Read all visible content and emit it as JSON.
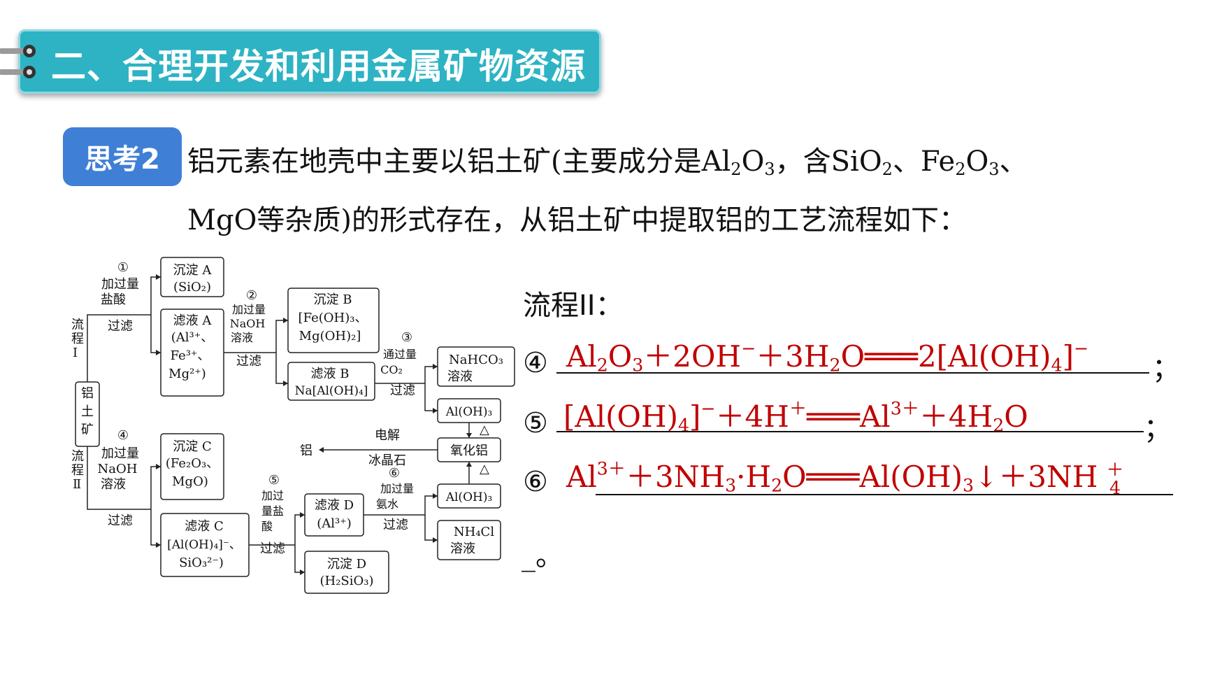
{
  "header": {
    "title": "二、合理开发和利用金属矿物资源"
  },
  "question": {
    "badge": "思考2",
    "line1_a": "铝元素在地壳中主要以铝土矿(主要成分是Al",
    "line1_b": "O",
    "line1_c": "，含SiO",
    "line1_d": "、Fe",
    "line1_e": "O",
    "line1_f": "、",
    "sub2": "2",
    "sub3": "3",
    "line2": "MgO等杂质)的形式存在，从铝土矿中提取铝的工艺流程如下："
  },
  "flowchart": {
    "source": "铝土矿",
    "process1_label": "流程Ⅰ",
    "process2_label": "流程Ⅱ",
    "step1": "①",
    "step1_reagent_a": "加过量",
    "step1_reagent_b": "盐酸",
    "step1_op": "过滤",
    "step2": "②",
    "step2_reagent_a": "加过量",
    "step2_reagent_b": "NaOH",
    "step2_reagent_c": "溶液",
    "step2_op": "过滤",
    "step3": "③",
    "step3_reagent_a": "通过量",
    "step3_reagent_b": "CO₂",
    "step3_op": "过滤",
    "step4": "④",
    "step4_reagent_a": "加过量",
    "step4_reagent_b": "NaOH",
    "step4_reagent_c": "溶液",
    "step4_op": "过滤",
    "step5": "⑤",
    "step5_reagent_a": "加过",
    "step5_reagent_b": "量盐",
    "step5_reagent_c": "酸",
    "step5_op": "过滤",
    "step6": "⑥",
    "step6_reagent_a": "加过量",
    "step6_reagent_b": "氨水",
    "step6_op": "过滤",
    "precipA_1": "沉淀 A",
    "precipA_2": "(SiO₂)",
    "filtrateA_1": "滤液 A",
    "filtrateA_2": "(Al³⁺、",
    "filtrateA_3": "Fe³⁺、",
    "filtrateA_4": "Mg²⁺)",
    "precipB_1": "沉淀 B",
    "precipB_2": "[Fe(OH)₃、",
    "precipB_3": "Mg(OH)₂]",
    "filtrateB_1": "滤液 B",
    "filtrateB_2": "Na[Al(OH)₄]",
    "nahco3_1": "NaHCO₃",
    "nahco3_2": "溶液",
    "aloh3_top": "Al(OH)₃",
    "alumina": "氧化铝",
    "aluminum": "铝",
    "electrolysis_a": "电解",
    "electrolysis_b": "冰晶石",
    "heat": "△",
    "precipC_1": "沉淀 C",
    "precipC_2": "(Fe₂O₃、",
    "precipC_3": "MgO)",
    "filtrateC_1": "滤液 C",
    "filtrateC_2": "[Al(OH)₄]⁻、",
    "filtrateC_3": "SiO₃²⁻)",
    "filtrateD_1": "滤液 D",
    "filtrateD_2": "(Al³⁺)",
    "precipD_1": "沉淀 D",
    "precipD_2": "(H₂SiO₃)",
    "aloh3_bottom": "Al(OH)₃",
    "nh4cl_1": "NH₄Cl",
    "nh4cl_2": "溶液"
  },
  "answers": {
    "heading": "流程II：",
    "mark4": "④",
    "mark5": "⑤",
    "mark6": "⑥",
    "semicolon": "；",
    "ending": "_。",
    "colors": {
      "answer": "#c00000",
      "banner": "#2db3c4",
      "badge": "#3f7fd6"
    }
  }
}
